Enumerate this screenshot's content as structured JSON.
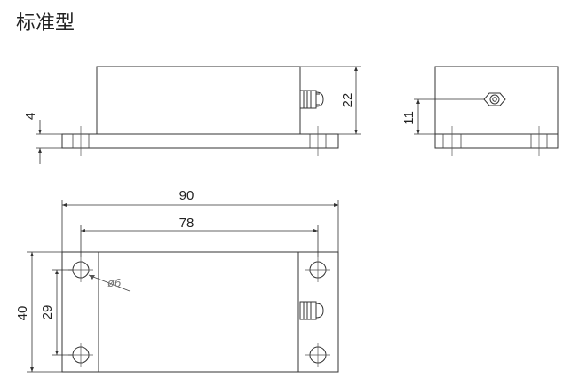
{
  "title": "标准型",
  "dimensions": {
    "base_thickness": "4",
    "height": "22",
    "connector_height": "11",
    "overall_length": "90",
    "hole_spacing_length": "78",
    "overall_width": "40",
    "hole_spacing_width": "29",
    "hole_diameter": "ø6"
  }
}
